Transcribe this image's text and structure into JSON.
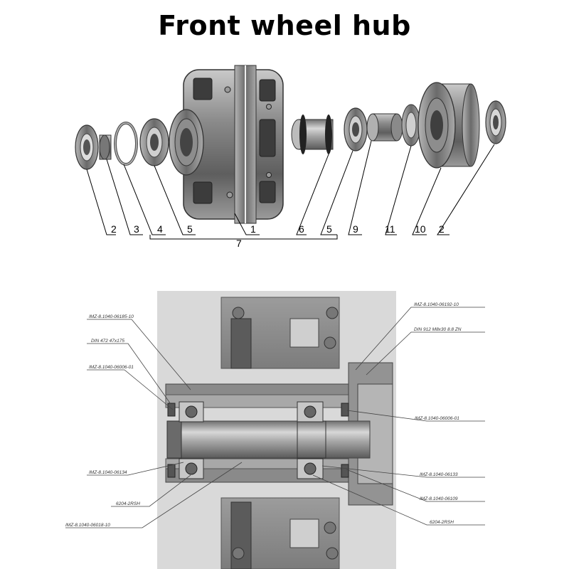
{
  "title": "Front wheel hub",
  "exploded_view": {
    "callouts": [
      "2",
      "3",
      "4",
      "5",
      "1",
      "6",
      "5",
      "9",
      "11",
      "10",
      "2"
    ],
    "group_label": "7"
  },
  "section_view": {
    "labels_left": [
      "IMZ-8.1040-06185-10",
      "DIN 472 47x175",
      "IMZ-8.1040-06006-01",
      "IMZ-8.1040-06134",
      "6204-2RSH",
      "IMZ-8.1040-06018-10"
    ],
    "labels_right": [
      "IMZ-8.1040-06192-10",
      "DIN 912 M8x30 8.8 ZN",
      "IMZ-8.1040-06006-01",
      "IMZ-8.1040-06133",
      "IMZ-8.1040-06109",
      "6204-2RSH"
    ]
  }
}
